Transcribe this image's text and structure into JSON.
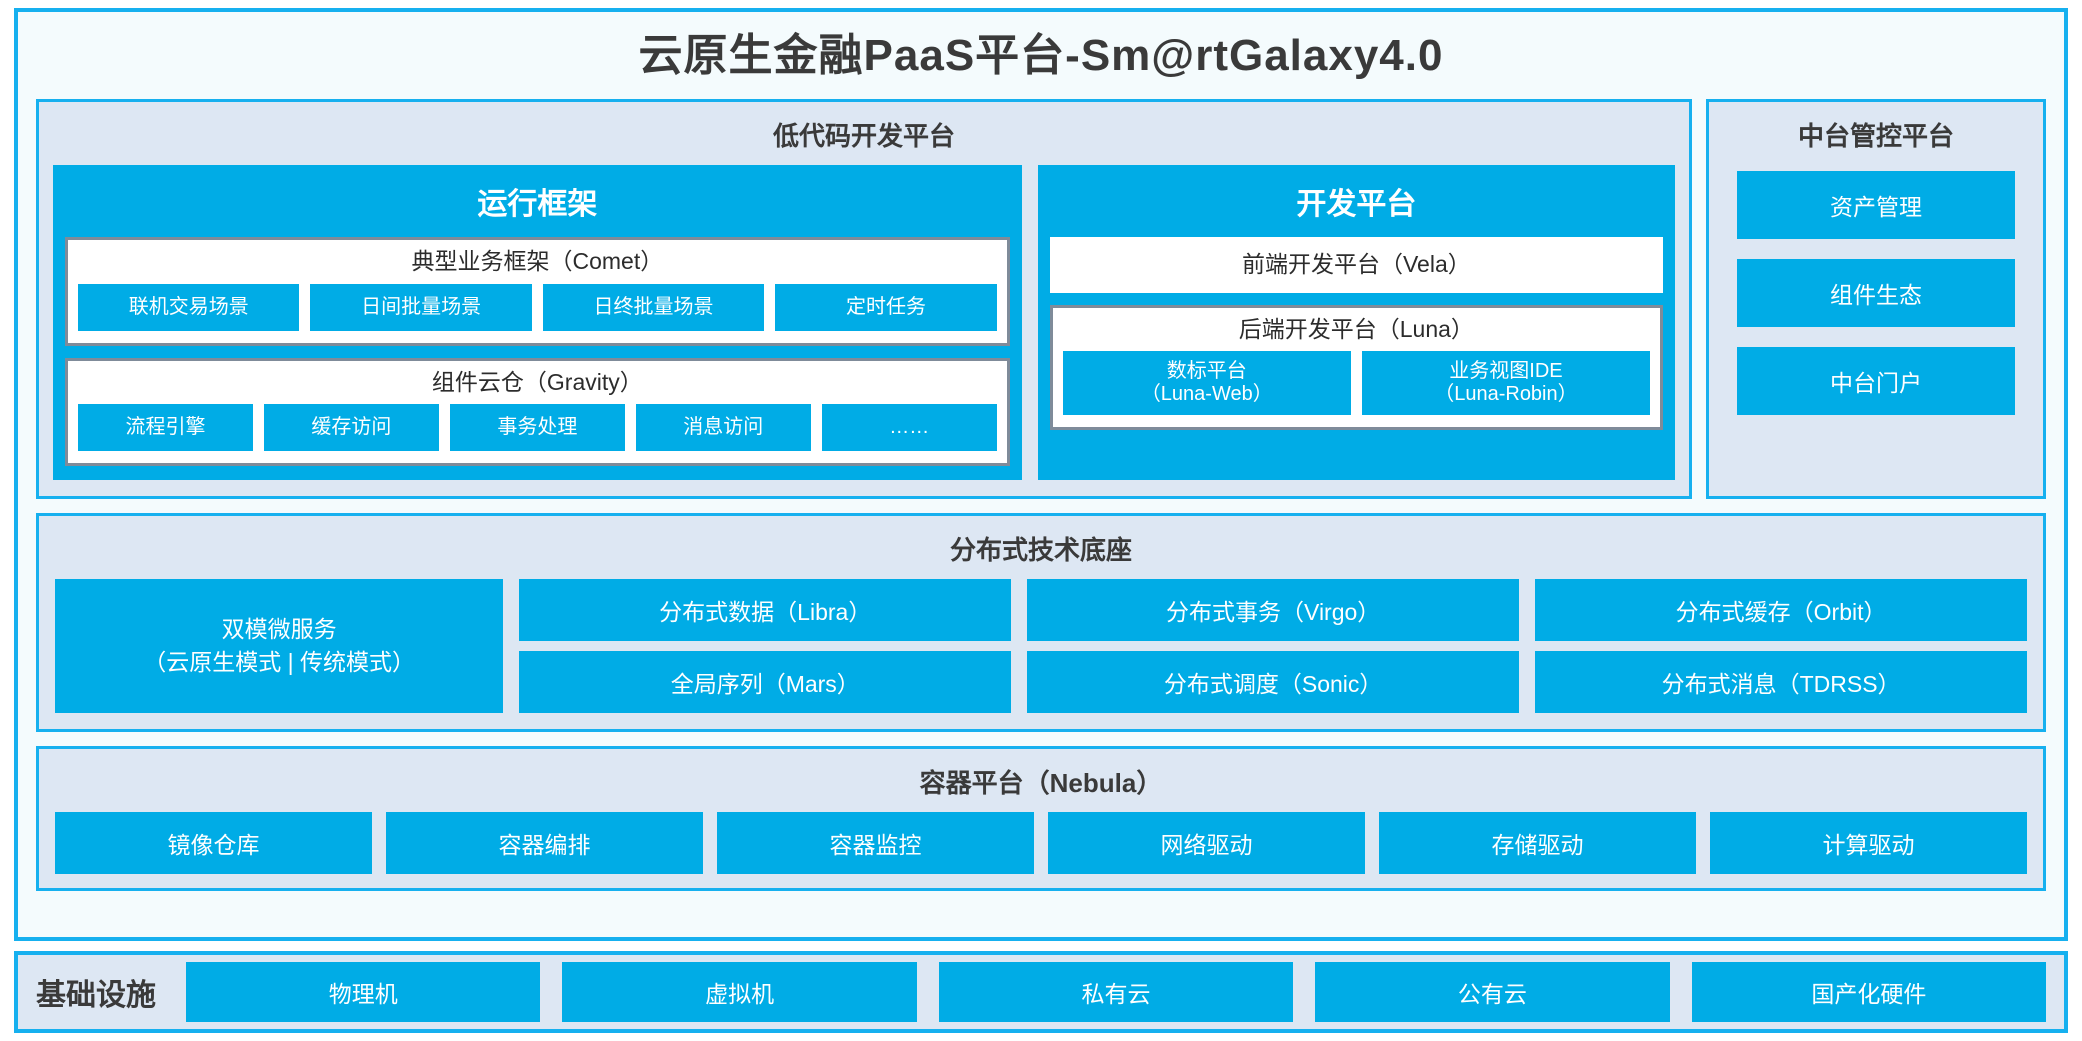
{
  "title": "云原生金融PaaS平台-Sm@rtGalaxy4.0",
  "colors": {
    "accent_blue": "#00ace6",
    "border_blue": "#16b0ef",
    "panel_bg": "#dde7f3",
    "frame_bg": "#f4fbfd",
    "box_border_gray": "#7f8b99"
  },
  "lowcode": {
    "title": "低代码开发平台",
    "runtime": {
      "title": "运行框架",
      "comet": {
        "title": "典型业务框架（Comet）",
        "items": [
          "联机交易场景",
          "日间批量场景",
          "日终批量场景",
          "定时任务"
        ]
      },
      "gravity": {
        "title": "组件云仓（Gravity）",
        "items": [
          "流程引擎",
          "缓存访问",
          "事务处理",
          "消息访问",
          "……"
        ]
      }
    },
    "devplatform": {
      "title": "开发平台",
      "frontend": {
        "title": "前端开发平台（Vela）"
      },
      "backend": {
        "title": "后端开发平台（Luna）",
        "items": [
          {
            "line1": "数标平台",
            "line2": "（Luna-Web）"
          },
          {
            "line1": "业务视图IDE",
            "line2": "（Luna-Robin）"
          }
        ]
      }
    }
  },
  "midplatform": {
    "title": "中台管控平台",
    "items": [
      "资产管理",
      "组件生态",
      "中台门户"
    ]
  },
  "techbase": {
    "title": "分布式技术底座",
    "wide": {
      "line1": "双模微服务",
      "line2": "（云原生模式 | 传统模式）"
    },
    "columns": [
      [
        "分布式数据（Libra）",
        "全局序列（Mars）"
      ],
      [
        "分布式事务（Virgo）",
        "分布式调度（Sonic）"
      ],
      [
        "分布式缓存（Orbit）",
        "分布式消息（TDRSS）"
      ]
    ]
  },
  "containerplatform": {
    "title": "容器平台（Nebula）",
    "items": [
      "镜像仓库",
      "容器编排",
      "容器监控",
      "网络驱动",
      "存储驱动",
      "计算驱动"
    ]
  },
  "infrastructure": {
    "label": "基础设施",
    "items": [
      "物理机",
      "虚拟机",
      "私有云",
      "公有云",
      "国产化硬件"
    ]
  }
}
